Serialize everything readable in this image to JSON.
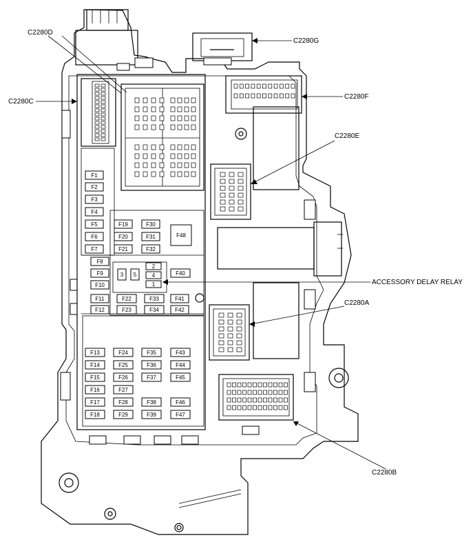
{
  "callouts": {
    "c2280d": "C2280D",
    "c2280c": "C2280C",
    "c2280g": "C2280G",
    "c2280f": "C2280F",
    "c2280e": "C2280E",
    "accessory_delay_relay": "ACCESSORY DELAY RELAY",
    "c2280a": "C2280A",
    "c2280b": "C2280B"
  },
  "fuses": {
    "f1": "F1",
    "f2": "F2",
    "f3": "F3",
    "f4": "F4",
    "f5": "F5",
    "f6": "F6",
    "f7": "F7",
    "f8": "F8",
    "f9": "F9",
    "f10": "F10",
    "f11": "F11",
    "f12": "F12",
    "f13": "F13",
    "f14": "F14",
    "f15": "F15",
    "f16": "F16",
    "f17": "F17",
    "f18": "F18",
    "f19": "F19",
    "f20": "F20",
    "f21": "F21",
    "f22": "F22",
    "f23": "F23",
    "f24": "F24",
    "f25": "F25",
    "f26": "F26",
    "f27": "F27",
    "f28": "F28",
    "f29": "F29",
    "f30": "F30",
    "f31": "F31",
    "f32": "F32",
    "f33": "F33",
    "f34": "F34",
    "f35": "F35",
    "f36": "F36",
    "f37": "F37",
    "f38": "F38",
    "f39": "F39",
    "f40": "F40",
    "f41": "F41",
    "f42": "F42",
    "f43": "F43",
    "f44": "F44",
    "f45": "F45",
    "f46": "F46",
    "f47": "F47",
    "f48": "F48"
  },
  "relays": {
    "r1": "1",
    "r2": "2",
    "r3": "3",
    "r4": "4",
    "r5": "5"
  }
}
